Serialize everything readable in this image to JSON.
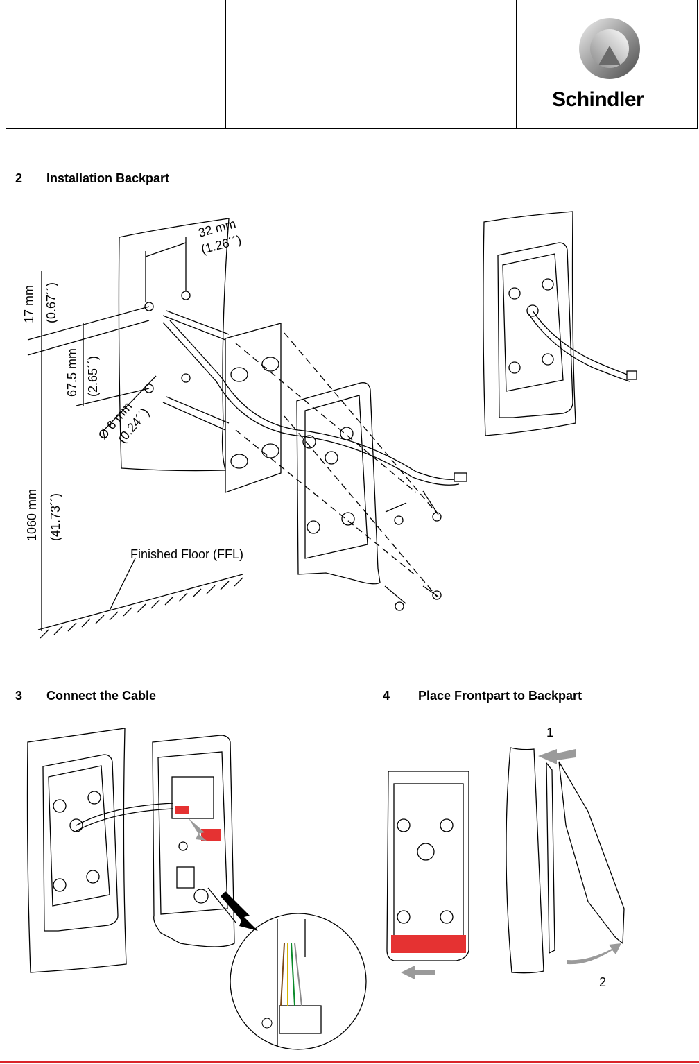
{
  "header": {
    "cell_1": "",
    "cell_2": "",
    "logo_text": "Schindler"
  },
  "sections": [
    {
      "number": "2",
      "title": "Installation Backpart"
    },
    {
      "number": "3",
      "title": "Connect the Cable"
    },
    {
      "number": "4",
      "title": "Place Frontpart to Backpart"
    }
  ],
  "figure_2": {
    "dim_horizontal_mm": "32 mm",
    "dim_horizontal_in": "(1.26´´)",
    "dim_top_mm": "17 mm",
    "dim_top_in": "(0.67´´)",
    "dim_spacing_mm": "67.5 mm",
    "dim_spacing_in": "(2.65´´)",
    "dim_hole_mm": "Ø 6 mm",
    "dim_hole_in": "(0.24´´)",
    "dim_height_mm": "1060 mm",
    "dim_height_in": "(41.73´´)",
    "floor_label": "Finished Floor (FFL)"
  },
  "figure_4": {
    "step_1": "1",
    "step_2": "2"
  },
  "colors": {
    "accent_red": "#d9252a",
    "arrow_gray": "#9a9a9a",
    "clip_red": "#e53232"
  }
}
